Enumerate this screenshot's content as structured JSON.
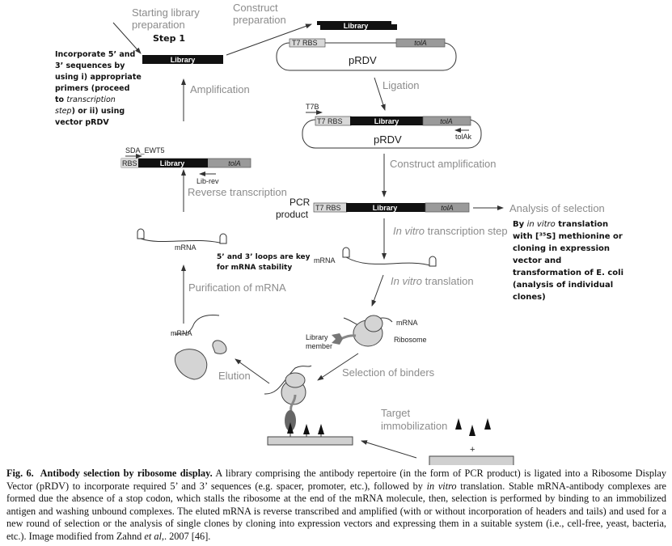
{
  "diagram": {
    "starting_library": [
      "Starting library",
      "preparation"
    ],
    "step1": "Step 1",
    "construct_prep": [
      "Construct",
      "preparation"
    ],
    "library": "Library",
    "t7rbs": "T7 RBS",
    "rbs": "RBS",
    "tola": "tolA",
    "prdv": "pRDV",
    "ligation": "Ligation",
    "t7b": "T7B",
    "tolak": "tolAk",
    "construct_amp": "Construct amplification",
    "pcr_product": [
      "PCR",
      "product"
    ],
    "analysis": "Analysis of selection",
    "analysis_note": {
      "l1a": "By ",
      "l1b": "in vitro",
      "l1c": " translation",
      "l2": "with [³⁵S] methionine or",
      "l3": "cloning in expression",
      "l4": "vector and",
      "l5": "transformation of E. coli",
      "l6": "(analysis of individual",
      "l7": "clones)"
    },
    "transcription_a": "In vitro",
    "transcription_b": " transcription step",
    "translation_a": "In vitro",
    "translation_b": " translation",
    "mrna": "mRNA",
    "ribosome": "Ribosome",
    "library_member": [
      "Library",
      "member"
    ],
    "selection": "Selection of binders",
    "elution": "Elution",
    "target": [
      "Target",
      "immobilization"
    ],
    "plus": "+",
    "purification": "Purification of mRNA",
    "loops_note": [
      "5’ and 3’ loops are key",
      "for mRNA stability"
    ],
    "reverse_transcription": "Reverse transcription",
    "sda": "SDA_EWT5",
    "lib_rev": "Lib-rev",
    "amplification": "Amplification",
    "incorporate_note": {
      "l1": "Incorporate 5’ and",
      "l2": "3’ sequences by",
      "l3": "using i) appropriate",
      "l4": "primers (proceed",
      "l5a": "to ",
      "l5b": "transcription",
      "l6a": "step",
      "l6b": ") or ii) using",
      "l7": "vector pRDV"
    }
  },
  "caption": {
    "fig": "Fig. 6",
    "title": "Antibody selection by ribosome display.",
    "t1": " A library comprising the antibody repertoire (in the form of PCR product) is ligated into a Ribosome Display Vector (pRDV) to incorporate required 5’ and 3’ sequences (e.g. spacer, promoter, etc.), followed by ",
    "t1i": "in vitro",
    "t2": " translation. Stable mRNA-antibody complexes are formed due the absence of a stop codon, which stalls the ribosome at the end of the mRNA molecule, then, selection is performed by binding to an immobilized antigen and washing unbound complexes. The eluted mRNA is reverse transcribed and amplified (with or without incorporation of headers and tails) and used for a new round of selection or the analysis of single clones by cloning into expression vectors and expressing them in a suitable system (i.e., cell-free, yeast, bacteria, etc.). Image modified from Zahnd ",
    "t2i": "et al,",
    "t3": ". 2007 [46]."
  },
  "colors": {
    "gray_text": "#8c8c8c",
    "library_bar": "#111111",
    "t7rbs_box": "#d8d8d8",
    "tola_box": "#9a9a9a",
    "ribosome": "#d4d4d4"
  }
}
